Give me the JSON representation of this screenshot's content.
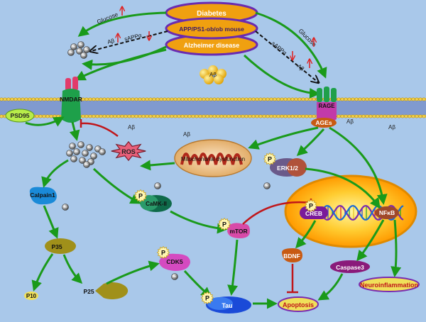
{
  "center": {
    "diabetes": "Diabetes",
    "model": "APP/PS1-ob/ob mouse",
    "alzheimer": "Alzheimer disease"
  },
  "left_arrows": {
    "glucose": "Glucose",
    "abeta": "Aβ",
    "sappa": "sAPPα"
  },
  "right_arrows": {
    "glucose": "Glucose",
    "abeta": "Aβ",
    "sappa": "sAPPα"
  },
  "nodes": {
    "abeta_cluster": "Aβ",
    "nmdar": "NMDAR",
    "psd95": "PSD95",
    "rage": "RAGE",
    "ages": "AGEs",
    "ros": "ROS",
    "mito": "Mitochondrial dysfunction",
    "erk": "ERK1/2",
    "calpain": "Calpain1",
    "camk": "CaMK-II",
    "mtor": "mTOR",
    "p35": "P35",
    "p25": "P25",
    "p10": "P10",
    "cdk5": "CDK5",
    "tau": "Tau",
    "creb": "CREB",
    "nfkb": "NFκB",
    "bdnf": "BDNF",
    "caspase": "Caspase3",
    "neuroinflammation": "Neuroinflammation",
    "apoptosis": "Apoptosis",
    "abeta_1": "Aβ",
    "abeta_2": "Aβ",
    "abeta_3": "Aβ",
    "abeta_4": "Aβ",
    "p_label": "P"
  },
  "colors": {
    "background": "#a9c8ea",
    "ellipse_fill": "#f0a010",
    "ellipse_stroke": "#6a2bb0",
    "title_text": "#ffffff",
    "membrane": "#e8c84a",
    "arrow_green": "#1a9a1a",
    "inhibit_red": "#c0161a",
    "increase_arrow": "#e02020",
    "nucleus": "#ffa500"
  }
}
